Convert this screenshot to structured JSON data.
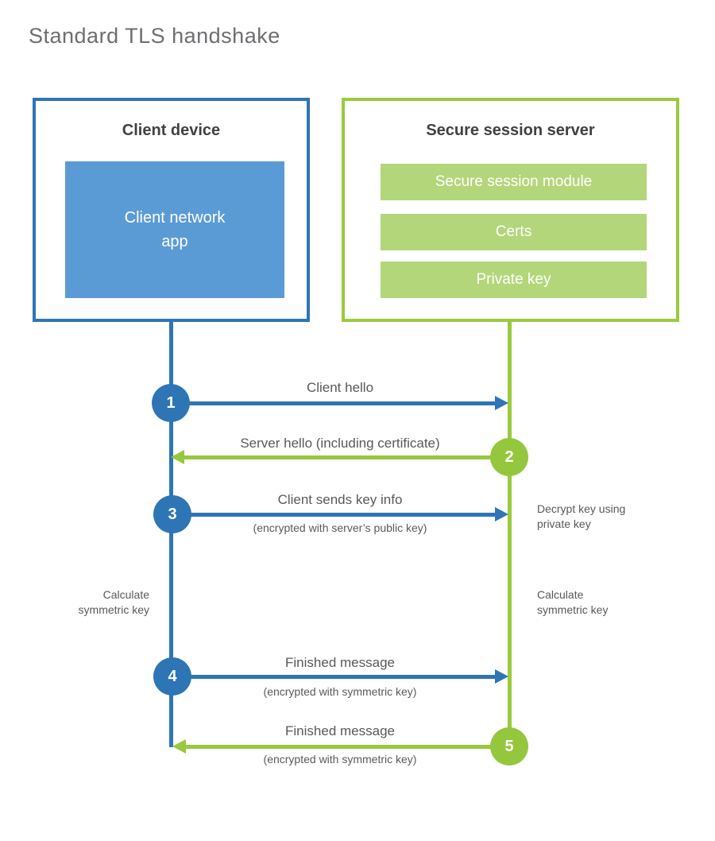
{
  "title": "Standard TLS handshake",
  "client": {
    "heading": "Client device",
    "app_label": "Client network\napp"
  },
  "server": {
    "heading": "Secure session server",
    "modules": [
      "Secure session module",
      "Certs",
      "Private key"
    ]
  },
  "steps": [
    {
      "n": "1",
      "label": "Client hello",
      "sub": "",
      "direction": "right",
      "from": "client"
    },
    {
      "n": "2",
      "label": "Server hello (including certificate)",
      "sub": "",
      "direction": "left",
      "from": "server"
    },
    {
      "n": "3",
      "label": "Client sends key info",
      "sub": "(encrypted with server’s public key)",
      "direction": "right",
      "from": "client"
    },
    {
      "n": "4",
      "label": "Finished message",
      "sub": "(encrypted with symmetric key)",
      "direction": "right",
      "from": "client"
    },
    {
      "n": "5",
      "label": "Finished message",
      "sub": "(encrypted with symmetric key)",
      "direction": "left",
      "from": "server"
    }
  ],
  "annotations": {
    "decrypt": "Decrypt key using\nprivate key",
    "calculate_left": "Calculate\nsymmetric key",
    "calculate_right": "Calculate\nsymmetric key"
  },
  "colors": {
    "blue_accent": "#2e75b6",
    "blue_fill": "#5b9bd5",
    "green_accent": "#9bca3e",
    "green_fill": "#b3d67a",
    "heading_text": "#414042",
    "label_text": "#58595b",
    "title_text": "#6d6e71"
  }
}
